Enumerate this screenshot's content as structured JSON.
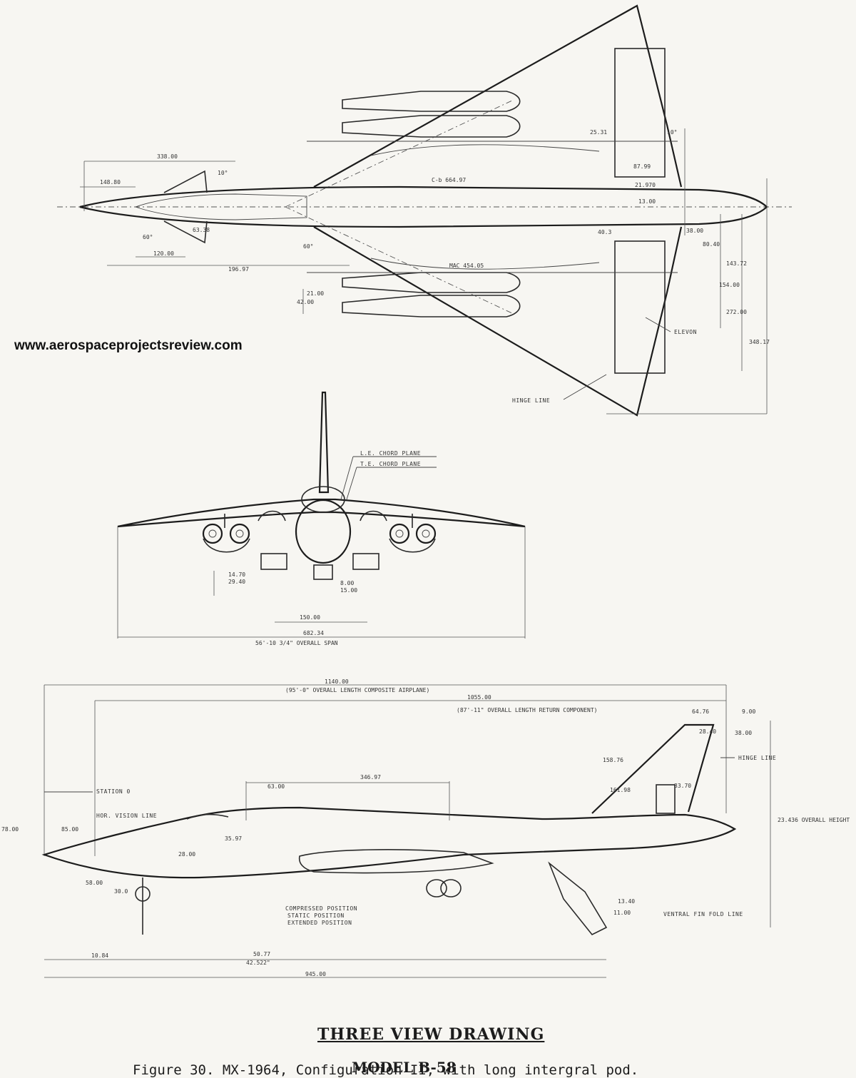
{
  "watermark": "www.aerospaceprojectsreview.com",
  "title": "THREE VIEW DRAWING",
  "model": "MODEL B-58",
  "caption": "Figure 30.  MX-1964, Configuration II, with long intergral pod.",
  "top_view": {
    "dimensions": [
      "338.00",
      "148.80",
      "60°",
      "63.38",
      "120.00",
      "196.97",
      "60°",
      "MAC 454.05",
      "C-b 664.97",
      "21.00",
      "42.00",
      "25.31",
      "87.99",
      "21.970",
      "13.00",
      "40.3",
      "38.00",
      "80.40",
      "143.72",
      "154.00",
      "272.00",
      "348.17",
      "10°",
      "10°"
    ],
    "labels": {
      "elevon": "ELEVON",
      "hinge": "HINGE LINE"
    }
  },
  "front_view": {
    "dimensions": [
      "14.70",
      "29.40",
      "8.00",
      "15.00",
      "150.00",
      "682.34",
      "56'-10 3/4\" OVERALL SPAN"
    ],
    "labels": {
      "le": "L.E. CHORD PLANE",
      "te": "T.E. CHORD PLANE"
    }
  },
  "side_view": {
    "dimensions": [
      "1140.00",
      "(95'-0\" OVERALL LENGTH COMPOSITE AIRPLANE)",
      "1055.00",
      "(87'-11\" OVERALL LENGTH RETURN COMPONENT)",
      "64.76",
      "9.00",
      "38.00",
      "28.40",
      "158.76",
      "161.98",
      "33.70",
      "63.00",
      "346.97",
      "85.00",
      "35.97",
      "28.00",
      "58.00",
      "30.0",
      "50.77",
      "42.522\"",
      "10.84",
      "945.00",
      "78.00",
      "13.40",
      "11.00",
      "23.436 OVERALL HEIGHT"
    ],
    "labels": {
      "station": "STATION 0",
      "vision": "HOR. VISION LINE",
      "hinge": "HINGE LINE",
      "ventral": "VENTRAL FIN FOLD LINE",
      "compressed": "COMPRESSED POSITION",
      "static": "STATIC POSITION",
      "extended": "EXTENDED POSITION"
    }
  }
}
